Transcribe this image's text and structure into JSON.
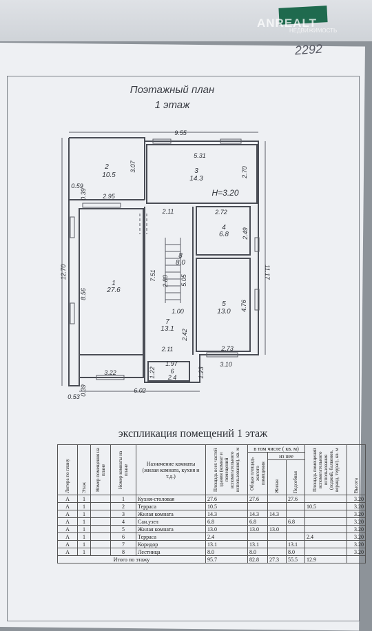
{
  "watermark": {
    "text": "ANREALT",
    "sub": "НЕДВИЖИМОСТЬ"
  },
  "handwritten_number": "2292",
  "plan": {
    "title_line1": "Поэтажный план",
    "title_line2": "1 этаж",
    "height_label": "H=3.20",
    "rooms": [
      {
        "num": "1",
        "area": "27.6"
      },
      {
        "num": "2",
        "area": "10.5"
      },
      {
        "num": "3",
        "area": "14.3"
      },
      {
        "num": "4",
        "area": "6.8"
      },
      {
        "num": "5",
        "area": "13.0"
      },
      {
        "num": "6",
        "area": "2.4"
      },
      {
        "num": "7",
        "area": "13.1"
      },
      {
        "num": "8",
        "area": "8.0"
      }
    ],
    "dims": {
      "top_total": "9.55",
      "r3_width": "5.31",
      "r2_height": "3.07",
      "r3_height": "2.70",
      "d059": "0.59",
      "d039a": "0.39",
      "r1_width": "2.95",
      "hall_width": "2.11",
      "r4_width": "2.72",
      "r4_height": "2.49",
      "left_total": "12.70",
      "r1_height": "8.56",
      "hall_height": "7.51",
      "stair_height": "2.80",
      "stair_width": "5.05",
      "right_total": "11.17",
      "d100": "1.00",
      "r5_height": "4.76",
      "d242": "2.42",
      "hall_bottom_width": "2.11",
      "r5_width": "2.73",
      "bottom_mid": "1.97",
      "d122": "1.22",
      "d123": "1.23",
      "bottom_right": "3.10",
      "r1_bottom_width": "3.22",
      "d053": "0.53",
      "d039b": "0.39",
      "bottom_total": "6.02"
    }
  },
  "explication": {
    "title": "экспликация помещений 1 этаж",
    "headers": {
      "litera": "Литера по плану",
      "floor": "Этаж",
      "place_no": "Номер помещения на плане",
      "room_no": "Номер комнаты на плане",
      "purpose": "Назначение комнаты (жилая комната, кухня и т.д.)",
      "total_area": "Площадь всех частей здания (комнат и помещений вспомогательного использования), кв. м",
      "incl": "в том числе ( кв. м)",
      "living_total": "Общая площадь жилого помещения",
      "of_them": "из нее",
      "living": "Жилая",
      "aux": "Подсобная",
      "balcony": "Площадь помещений вспомогательного использования (лоджий, балконов, веранд, террас), кв. м",
      "height": "Высота"
    },
    "rows": [
      [
        "А",
        "1",
        "",
        "1",
        "Кухня-столовая",
        "27.6",
        "27.6",
        "",
        "27.6",
        "",
        "3.20"
      ],
      [
        "А",
        "1",
        "",
        "2",
        "Терраса",
        "10.5",
        "",
        "",
        "",
        "10.5",
        "3.20"
      ],
      [
        "А",
        "1",
        "",
        "3",
        "Жилая комната",
        "14.3",
        "14.3",
        "14.3",
        "",
        "",
        "3.20"
      ],
      [
        "А",
        "1",
        "",
        "4",
        "Сан.узел",
        "6.8",
        "6.8",
        "",
        "6.8",
        "",
        "3.20"
      ],
      [
        "А",
        "1",
        "",
        "5",
        "Жилая комната",
        "13.0",
        "13.0",
        "13.0",
        "",
        "",
        "3.20"
      ],
      [
        "А",
        "1",
        "",
        "6",
        "Терраса",
        "2.4",
        "",
        "",
        "",
        "2.4",
        "3.20"
      ],
      [
        "А",
        "1",
        "",
        "7",
        "Коридор",
        "13.1",
        "13.1",
        "",
        "13.1",
        "",
        "3.20"
      ],
      [
        "А",
        "1",
        "",
        "8",
        "Лестница",
        "8.0",
        "8.0",
        "",
        "8.0",
        "",
        "3.20"
      ]
    ],
    "total": [
      "Итого по этажу",
      "95.7",
      "82.8",
      "27.3",
      "55.5",
      "12.9"
    ]
  }
}
